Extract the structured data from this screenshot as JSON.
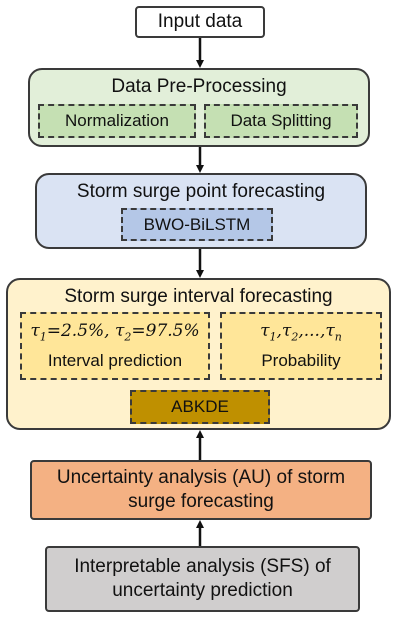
{
  "input": {
    "label": "Input data"
  },
  "preprocessing": {
    "title": "Data Pre-Processing",
    "normalization": "Normalization",
    "splitting": "Data Splitting"
  },
  "point_forecasting": {
    "title": "Storm surge point forecasting",
    "model": "BWO-BiLSTM"
  },
  "interval_forecasting": {
    "title": "Storm surge interval forecasting",
    "quantiles_text": "τ1=2.5%, τ2=97.5%",
    "interval_label": "Interval prediction",
    "probability_quantiles_text": "τ1,τ2,...,τn",
    "probability_label": "Probability",
    "method": "ABKDE"
  },
  "uncertainty_analysis": {
    "line1": "Uncertainty analysis (AU) of storm",
    "line2": "surge forecasting"
  },
  "interpretable_analysis": {
    "line1": "Interpretable analysis (SFS) of",
    "line2": "uncertainty prediction"
  },
  "colors": {
    "preprocessing_bg": "#e2efd9",
    "preprocessing_inner": "#c5e0b3",
    "point_bg": "#dae3f3",
    "point_inner": "#b4c7e7",
    "interval_bg": "#fff2cc",
    "interval_inner": "#ffe699",
    "abkde": "#bf9000",
    "uncertainty": "#f4b183",
    "interpretable": "#d0cece"
  }
}
